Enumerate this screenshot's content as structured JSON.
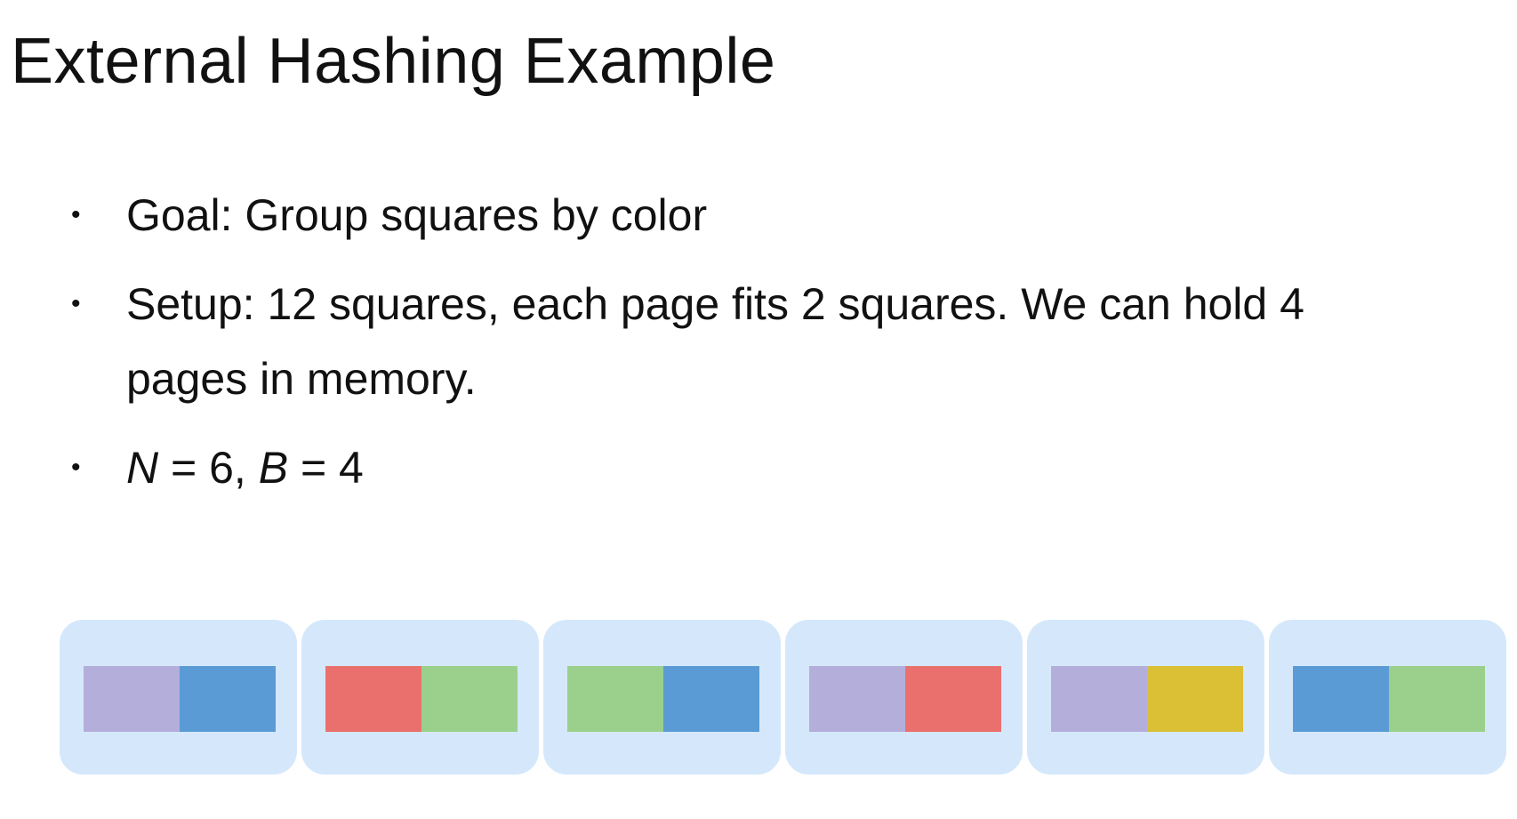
{
  "title": "External Hashing Example",
  "bullets": [
    {
      "label": "Goal: Group squares by color"
    },
    {
      "label": "Setup: 12 squares, each page fits 2 squares. We can hold 4 pages in memory."
    }
  ],
  "params": {
    "n_symbol": "N",
    "n_eq": " = 6, ",
    "b_symbol": "B",
    "b_eq": " = 4"
  },
  "colors": {
    "page_bg": "#d5e8fb",
    "purple": "#b4aedb",
    "blue": "#5a9bd6",
    "red": "#ea706d",
    "green": "#9bd08c",
    "yellow": "#dbbf34"
  },
  "pages": [
    {
      "squares": [
        "purple",
        "blue"
      ]
    },
    {
      "squares": [
        "red",
        "green"
      ]
    },
    {
      "squares": [
        "green",
        "blue"
      ]
    },
    {
      "squares": [
        "purple",
        "red"
      ]
    },
    {
      "squares": [
        "purple",
        "yellow"
      ]
    },
    {
      "squares": [
        "blue",
        "green"
      ]
    }
  ]
}
